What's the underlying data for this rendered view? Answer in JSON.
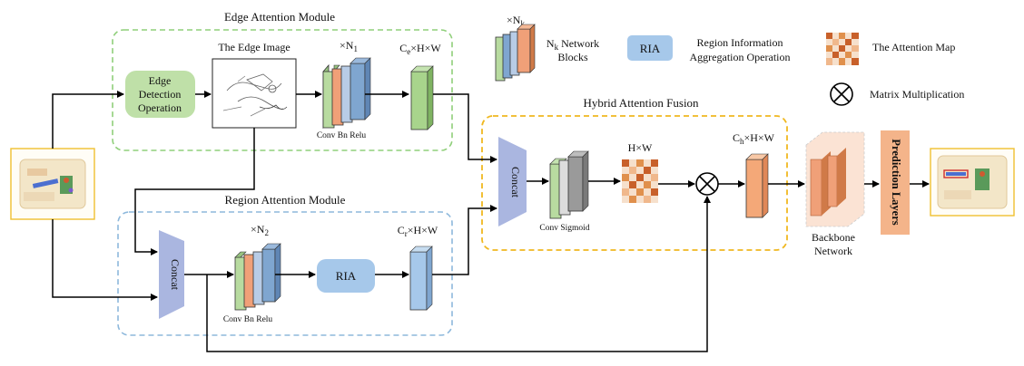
{
  "modules": {
    "edge_title": "Edge Attention Module",
    "region_title": "Region Attention Module",
    "hybrid_title": "Hybrid Attention Fusion"
  },
  "edge": {
    "detection_line1": "Edge",
    "detection_line2": "Detection",
    "detection_line3": "Operation",
    "image_label": "The Edge Image",
    "repeat_base": "×N",
    "repeat_sub": "1",
    "block_label": "Conv Bn Relu",
    "feature_c": "C",
    "feature_sub": "e",
    "feature_rest": "×H×W"
  },
  "region": {
    "concat_label": "Concat",
    "repeat_base": "×N",
    "repeat_sub": "2",
    "block_label": "Conv Bn Relu",
    "ria_label": "RIA",
    "feature_c": "C",
    "feature_sub": "r",
    "feature_rest": "×H×W"
  },
  "hybrid": {
    "concat_label": "Concat",
    "block_label": "Conv Sigmoid",
    "map_label": "H×W",
    "feature_c": "C",
    "feature_sub": "h",
    "feature_rest": "×H×W"
  },
  "backbone": {
    "line1": "Backbone",
    "line2": "Network"
  },
  "prediction": {
    "label": "Prediction Layers"
  },
  "legend": {
    "nk_base": "×N",
    "nk_sub": "k",
    "network_n": "N",
    "network_sub": "k",
    "network_line1_rest": " Network",
    "network_line2": "Blocks",
    "ria_box": "RIA",
    "ria_line1": "Region Information",
    "ria_line2": "Aggregation Operation",
    "attention_map": "The Attention Map",
    "matrix_mult": "Matrix Multiplication"
  },
  "colors": {
    "edge_border": "#8fcf7a",
    "region_border": "#8db8dc",
    "hybrid_border": "#f0b820",
    "green_block": "#b8dba0",
    "orange_block": "#f0a078",
    "blue_block": "#7fa6d0",
    "concat_fill": "#aab6e0",
    "detection_fill": "#bfe0a8",
    "ria_fill": "#a6c8ea",
    "feature_orange": "#f4a878",
    "prediction_fill": "#f4b48a",
    "backbone_fill": "#f7c9b0",
    "input_border": "#f0c030"
  }
}
